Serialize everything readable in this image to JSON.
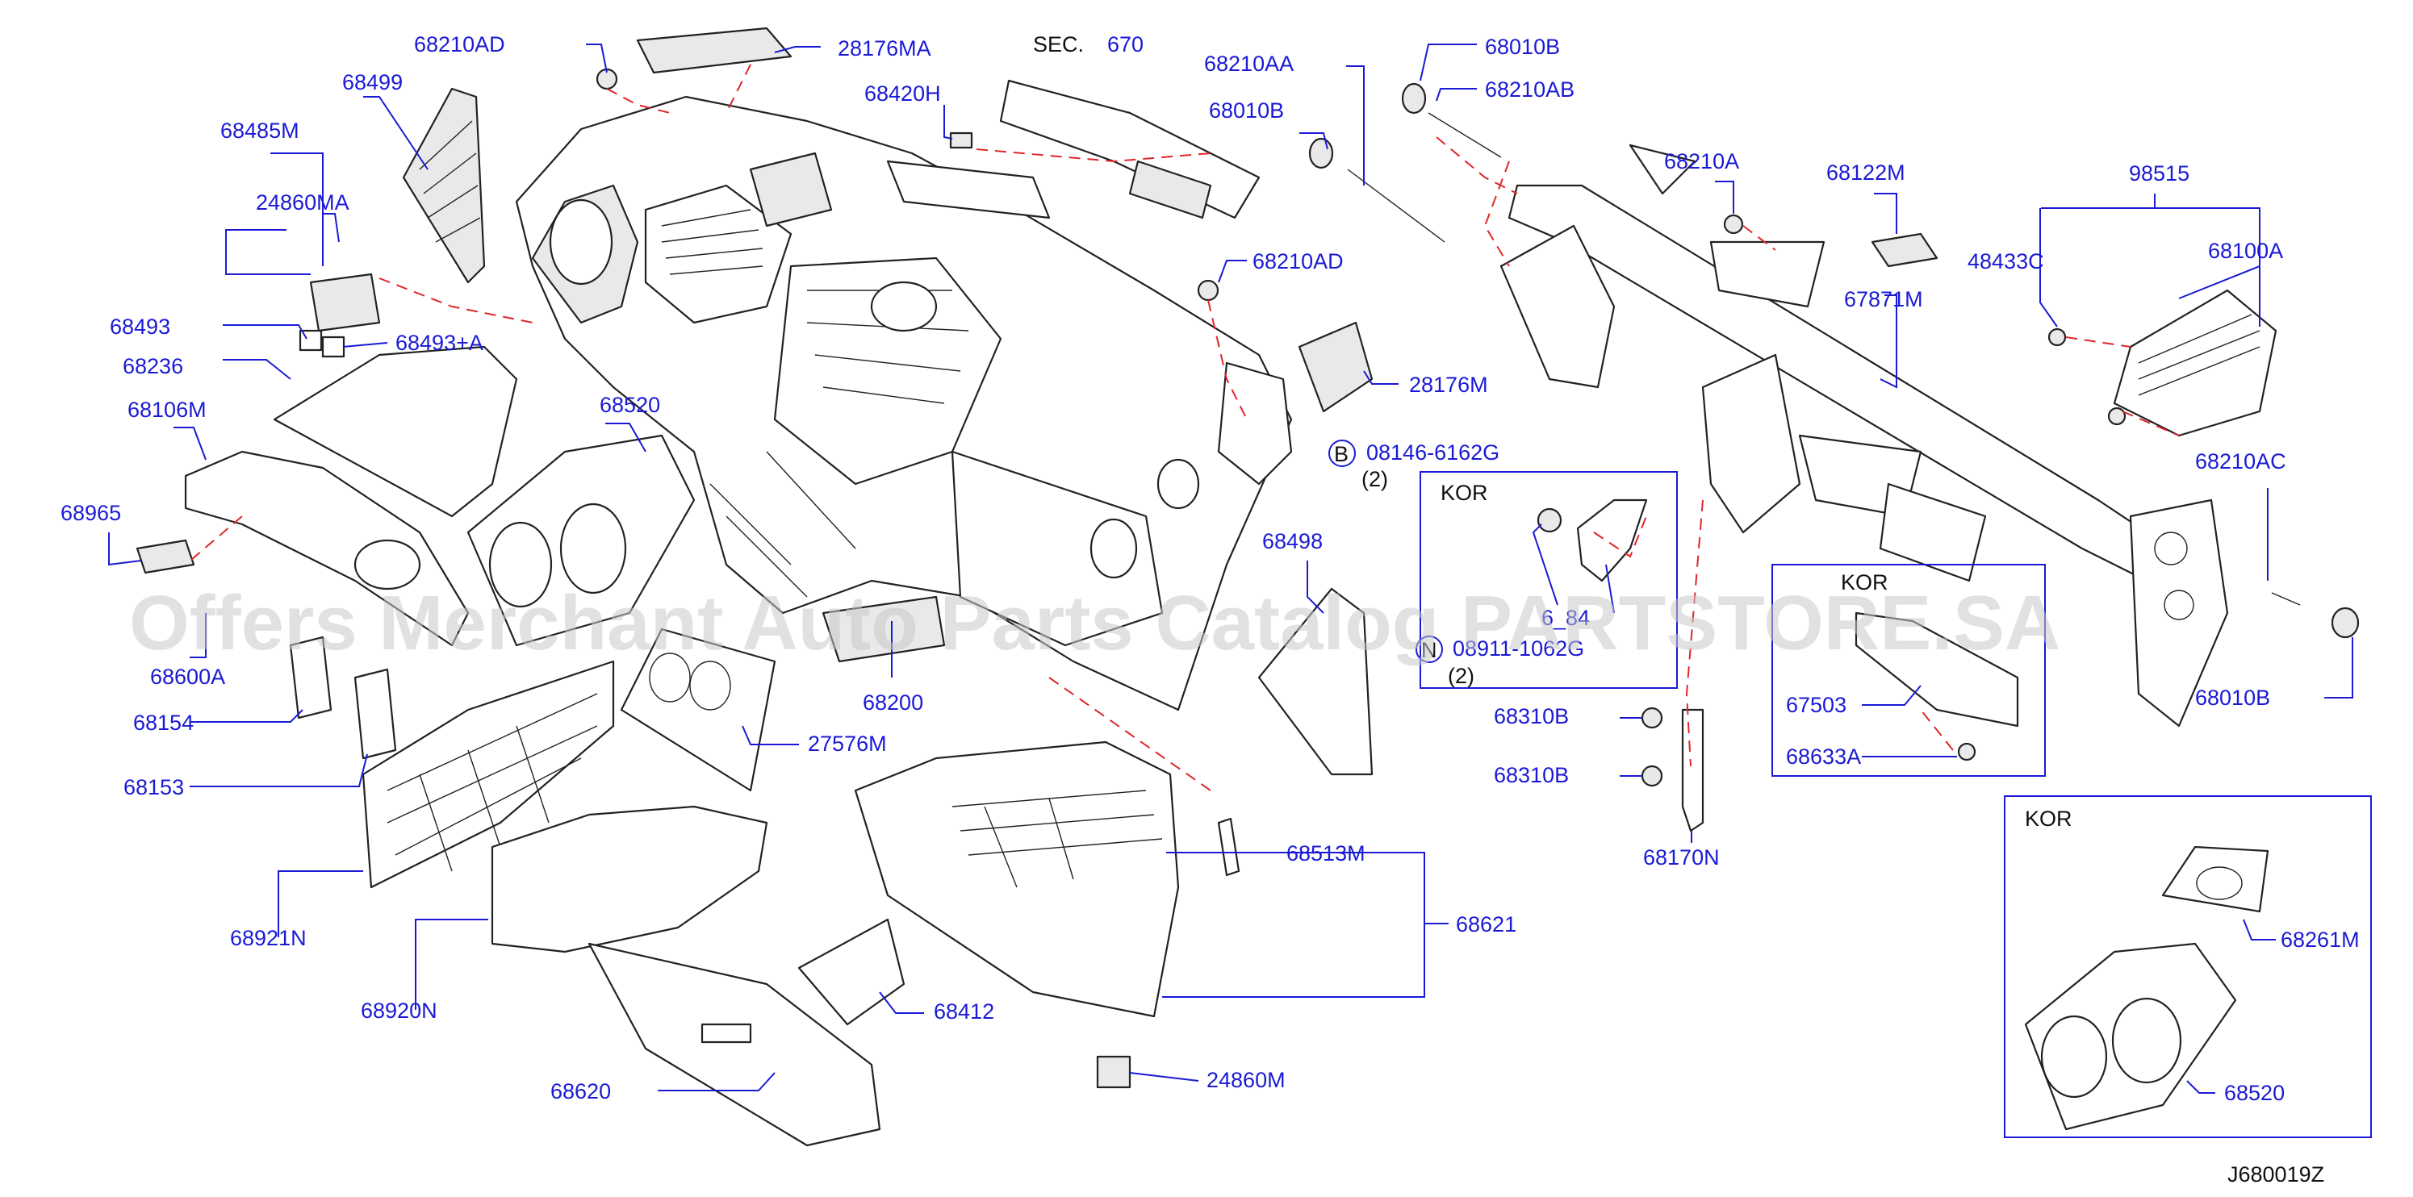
{
  "section": {
    "prefix": "SEC.",
    "number": "670"
  },
  "labels": {
    "p68210AD_a": "68210AD",
    "p28176MA": "28176MA",
    "p68499": "68499",
    "p68485M": "68485M",
    "p24860MA": "24860MA",
    "p68493": "68493",
    "p68493A": "68493+A",
    "p68236": "68236",
    "p68106M": "68106M",
    "p68965": "68965",
    "p68520_a": "68520",
    "p68600A": "68600A",
    "p68154": "68154",
    "p68153": "68153",
    "p68921N": "68921N",
    "p68920N": "68920N",
    "p27576M": "27576M",
    "p68200": "68200",
    "p68620": "68620",
    "p68412": "68412",
    "p24860M": "24860M",
    "p68513M": "68513M",
    "p68621": "68621",
    "p68420H": "68420H",
    "p68210AD_b": "68210AD",
    "p28176M": "28176M",
    "p08146": "08146-6162G",
    "p08146_qty": "(2)",
    "p68498": "68498",
    "p68210AA": "68210AA",
    "p68010B_a": "68010B",
    "p68010B_b": "68010B",
    "p68210AB": "68210AB",
    "p68210A": "68210A",
    "p68122M": "68122M",
    "p67871M": "67871M",
    "p98515": "98515",
    "p48433C": "48433C",
    "p68100A": "68100A",
    "p68210AC": "68210AC",
    "p68010B_c": "68010B",
    "p68310B_a": "68310B",
    "p68310B_b": "68310B",
    "p68170N": "68170N",
    "p67503": "67503",
    "p68633A": "68633A",
    "p6_84": "6_84",
    "p08911": "08911-1062G",
    "p08911_qty": "(2)",
    "p68261M": "68261M",
    "p68520_b": "68520"
  },
  "callouts": {
    "bolt": "B",
    "nut": "N"
  },
  "kor_boxes": [
    "KOR",
    "KOR",
    "KOR"
  ],
  "watermark": "Offers Merchant Auto Parts Catalog PARTSTORE.SA",
  "diagram_code": "J680019Z",
  "colors": {
    "label": "#1a1ad6",
    "dashed_line": "#e0262a",
    "watermark": "#c8c8c8"
  }
}
